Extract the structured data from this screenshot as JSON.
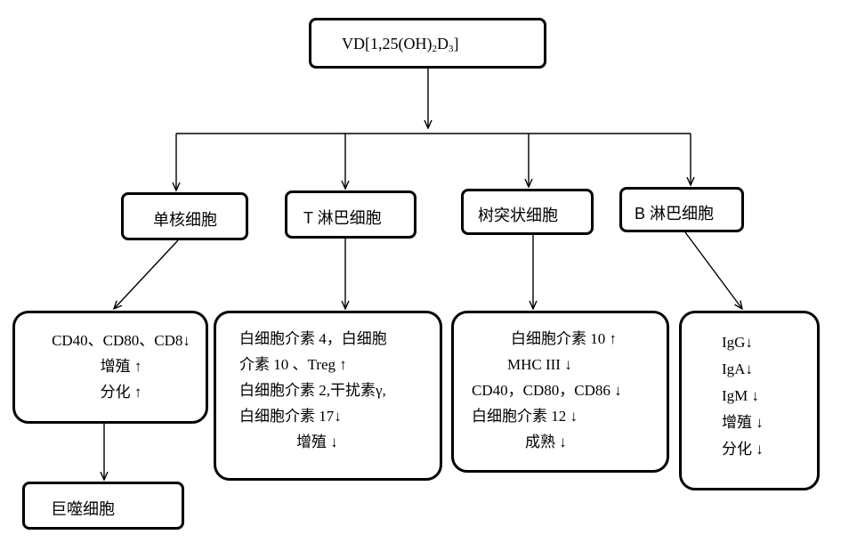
{
  "root": {
    "prefix": "VD[1,25(OH)",
    "sub1": "2",
    "middle": "D",
    "sub2": "3",
    "suffix": "]"
  },
  "cells": [
    {
      "name": "单核细胞",
      "effects": [
        "CD40、CD80、CD8↓",
        "增殖 ↑",
        "分化 ↑"
      ],
      "product": "巨噬细胞"
    },
    {
      "name": "T 淋巴细胞",
      "effects": [
        "白细胞介素 4，白细胞",
        "介素 10 、Treg ↑",
        "白细胞介素 2,干扰素γ,",
        "白细胞介素 17↓",
        "增殖 ↓"
      ]
    },
    {
      "name": "树突状细胞",
      "effects": [
        "白细胞介素 10 ↑",
        "MHC III ↓",
        "CD40，CD80，CD86 ↓",
        "白细胞介素  12 ↓",
        "成熟 ↓"
      ]
    },
    {
      "name": "B 淋巴细胞",
      "effects": [
        "IgG↓",
        "IgA↓",
        "IgM ↓",
        "增殖  ↓",
        "分化  ↓"
      ]
    }
  ]
}
